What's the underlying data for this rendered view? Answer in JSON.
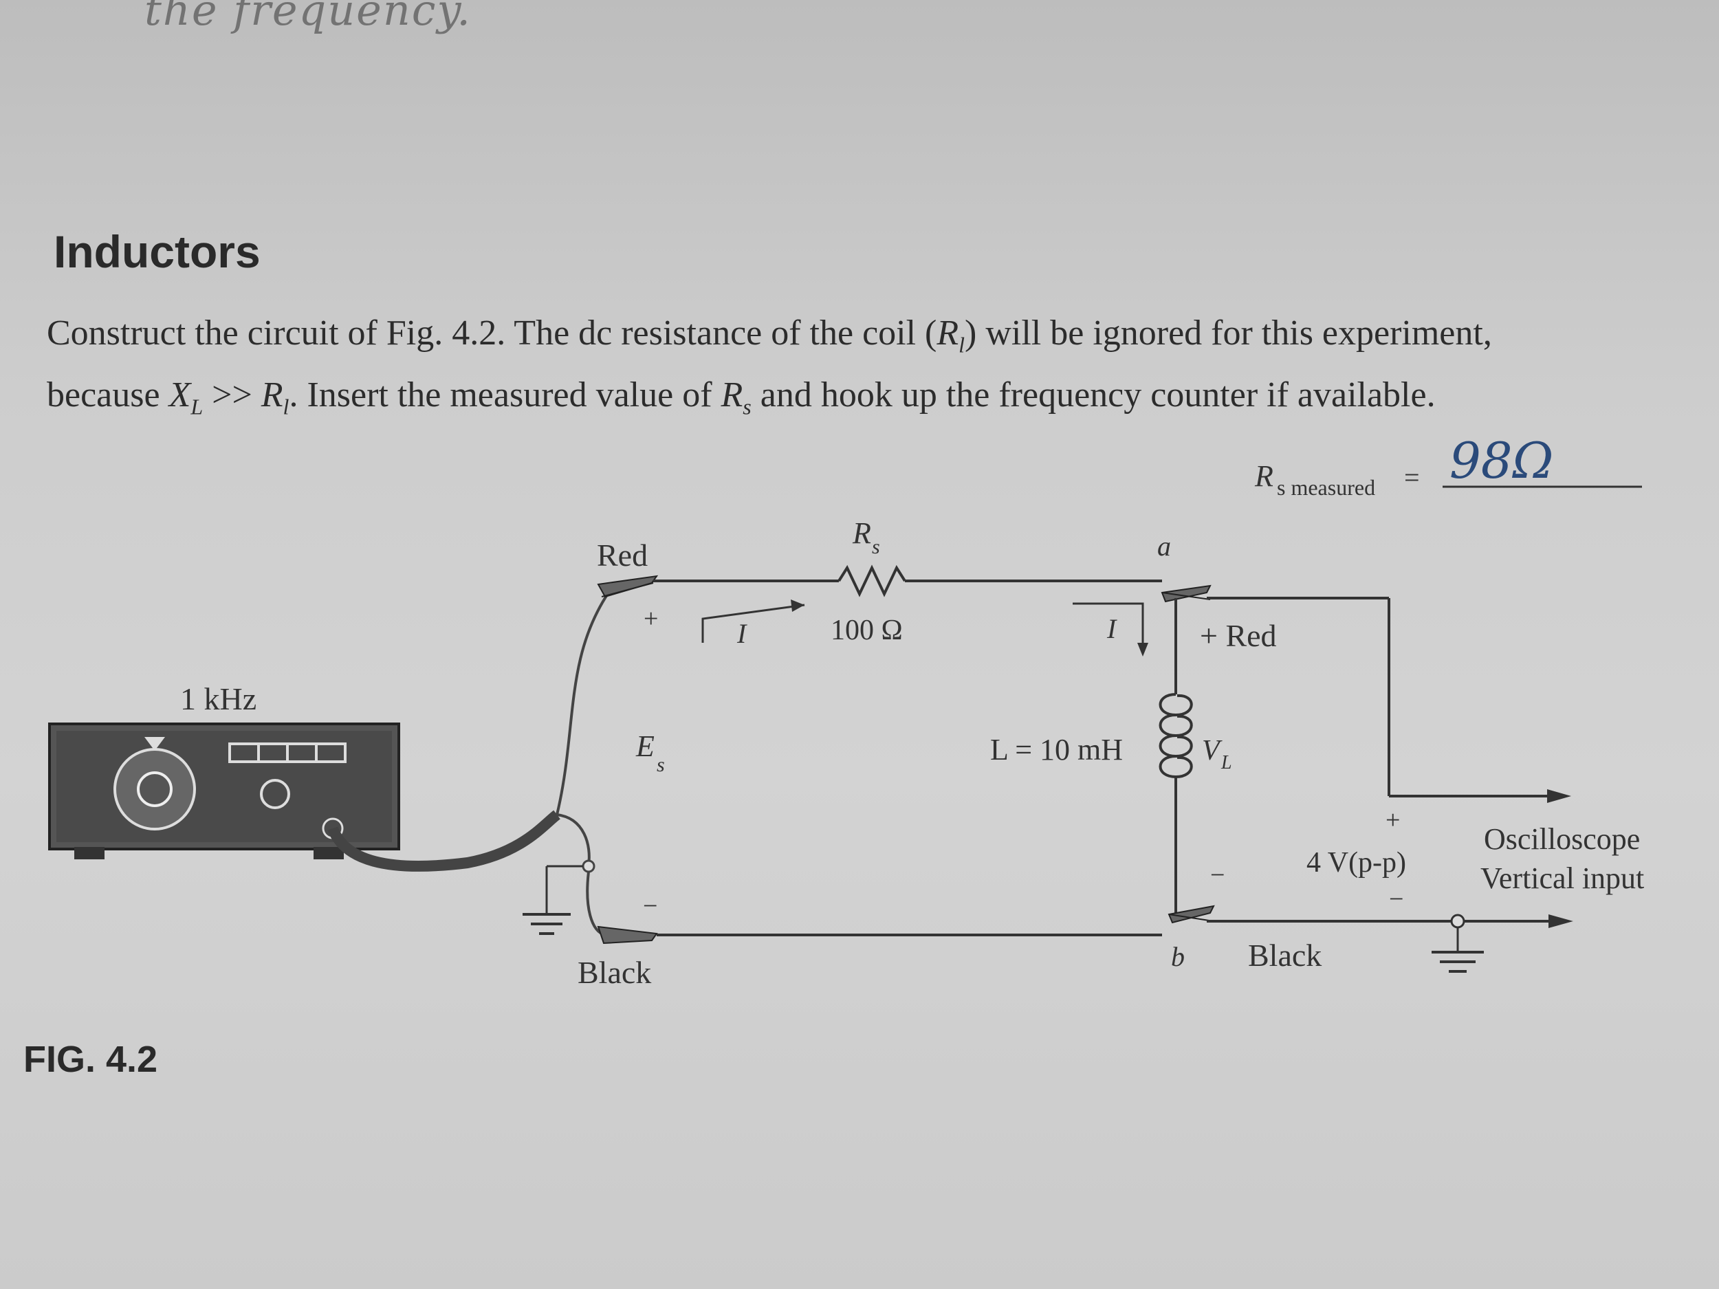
{
  "handwritten_top": "the frequency.",
  "heading": "Inductors",
  "paragraph": {
    "l1_a": "Construct the circuit of Fig. 4.2. The dc resistance of the coil (",
    "l1_r": "R",
    "l1_rsub": "l",
    "l1_b": ") will be ignored for this experiment,",
    "l2_a": "because ",
    "l2_x": "X",
    "l2_xsub": "L",
    "l2_b": " >> ",
    "l2_r": "R",
    "l2_rsub": "l",
    "l2_c": ". Insert the measured value of ",
    "l2_rs": "R",
    "l2_rssub": "s",
    "l2_d": " and hook up the frequency counter if available."
  },
  "rs_measured": {
    "label": "R",
    "label_sub": "s measured",
    "equals": "=",
    "handwritten_value": "98Ω"
  },
  "circuit": {
    "generator_freq": "1 kHz",
    "lead_red": "Red",
    "lead_black": "Black",
    "plus": "+",
    "minus": "−",
    "es": "E",
    "es_sub": "s",
    "resistor_symbol": "R",
    "resistor_sub": "s",
    "resistor_value": "100 Ω",
    "current": "I",
    "node_a": "a",
    "node_b": "b",
    "scope_red": "+ Red",
    "scope_black": "Black",
    "inductor_label": "L = 10 mH",
    "vl": "V",
    "vl_sub": "L",
    "scope_voltage": "4 V(p-p)",
    "scope_line1": "Oscilloscope",
    "scope_line2": "Vertical input"
  },
  "fig_label": "FIG. 4.2"
}
